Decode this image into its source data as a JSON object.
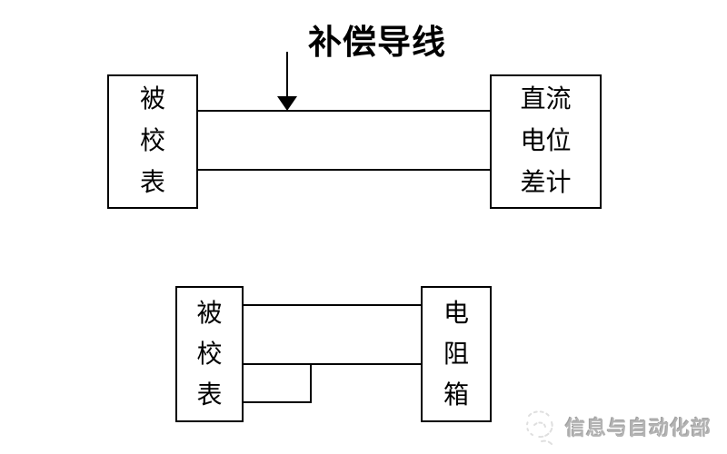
{
  "colors": {
    "line": "#000000",
    "background": "#ffffff",
    "watermark_gray": "#b3b3b3"
  },
  "top_diagram": {
    "title": "补偿导线",
    "arrow_icon": "down-arrow",
    "left_box_label": "被\n校\n表",
    "right_box_label": "直流\n电位\n差计"
  },
  "bottom_diagram": {
    "left_box_label": "被\n校\n表",
    "right_box_label": "电\n阻\n箱"
  },
  "watermark": {
    "logo_icon": "swirl-logo",
    "text": "信息与自动化部"
  }
}
